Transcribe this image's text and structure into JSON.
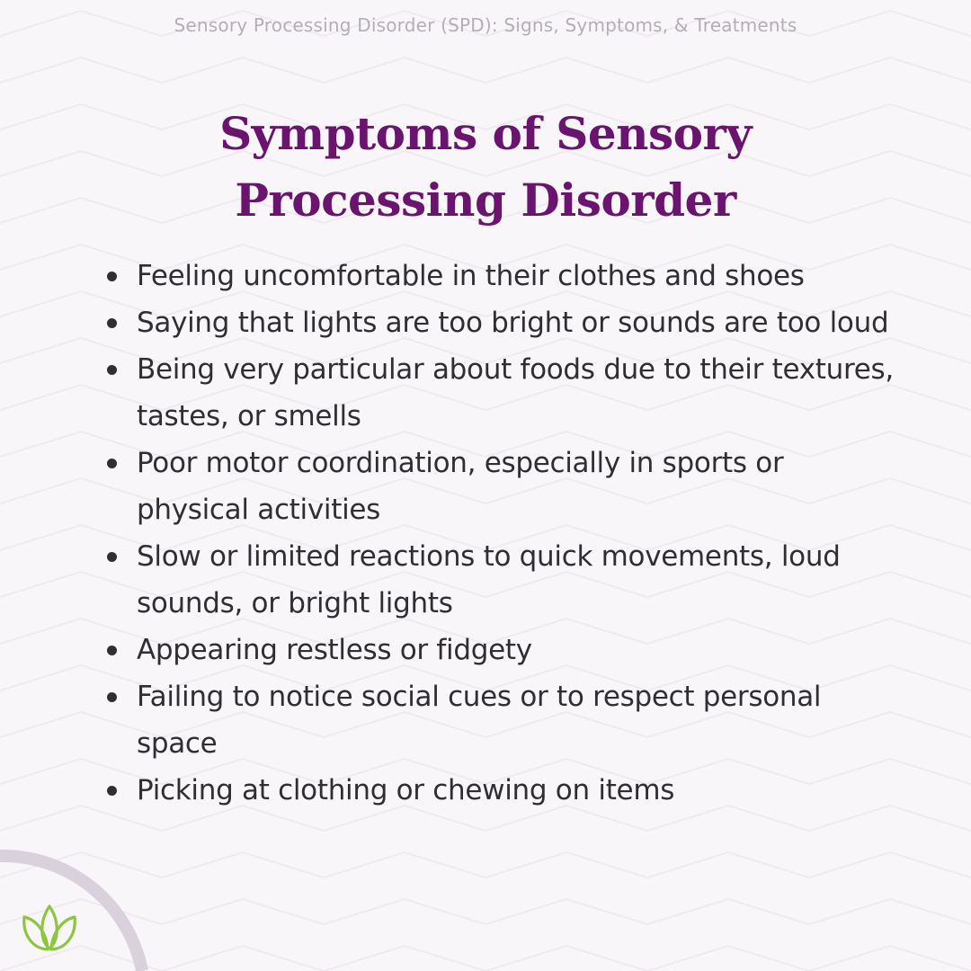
{
  "header": {
    "subtitle": "Sensory Processing Disorder (SPD): Signs, Symptoms, & Treatments"
  },
  "main": {
    "title": "Symptoms of Sensory Processing Disorder",
    "symptoms": [
      "Feeling uncomfortable in their clothes and shoes",
      "Saying that lights are too bright or sounds are too loud",
      "Being very particular about foods due to their textures, tastes, or smells",
      "Poor motor coordination, especially in sports or physical activities",
      "Slow or limited reactions to quick movements, loud sounds, or bright lights",
      "Appearing restless or fidgety",
      "Failing to notice social cues or to respect personal space",
      "Picking at clothing or chewing on items"
    ]
  },
  "footer": {
    "logo_icon": "leaf-logo-icon"
  },
  "colors": {
    "background": "#f9f6fa",
    "title": "#6a1470",
    "body_text": "#2f2f33",
    "subtitle": "#b4adb7",
    "arc": "#d9d1db",
    "logo": "#8cc63f"
  }
}
